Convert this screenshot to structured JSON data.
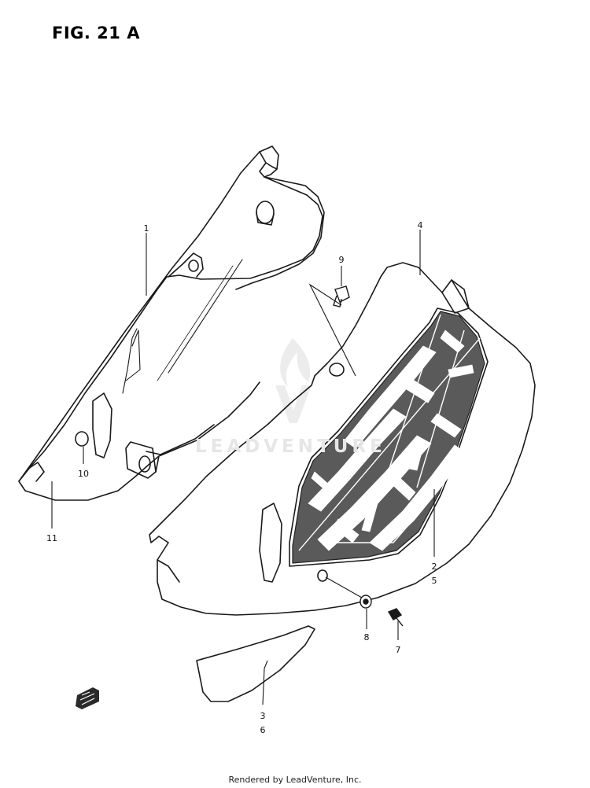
{
  "figure": {
    "title": "FIG. 21 A"
  },
  "callouts": {
    "c1": "1",
    "c4": "4",
    "c9": "9",
    "c10": "10",
    "c11": "11",
    "c2_5": "2\n5",
    "c8": "8",
    "c7": "7",
    "c3_6": "3\n6"
  },
  "watermark": {
    "text": "LEADVENTURE"
  },
  "footer": {
    "credit": "Rendered by LeadVenture, Inc."
  },
  "colors": {
    "line": "#1a1a1a",
    "graphic_fill": "#3a3a3a",
    "watermark": "#e6e6e6"
  },
  "icons": {
    "front_arrow": "front-direction-icon",
    "logo": "leadventure-flame-icon"
  }
}
